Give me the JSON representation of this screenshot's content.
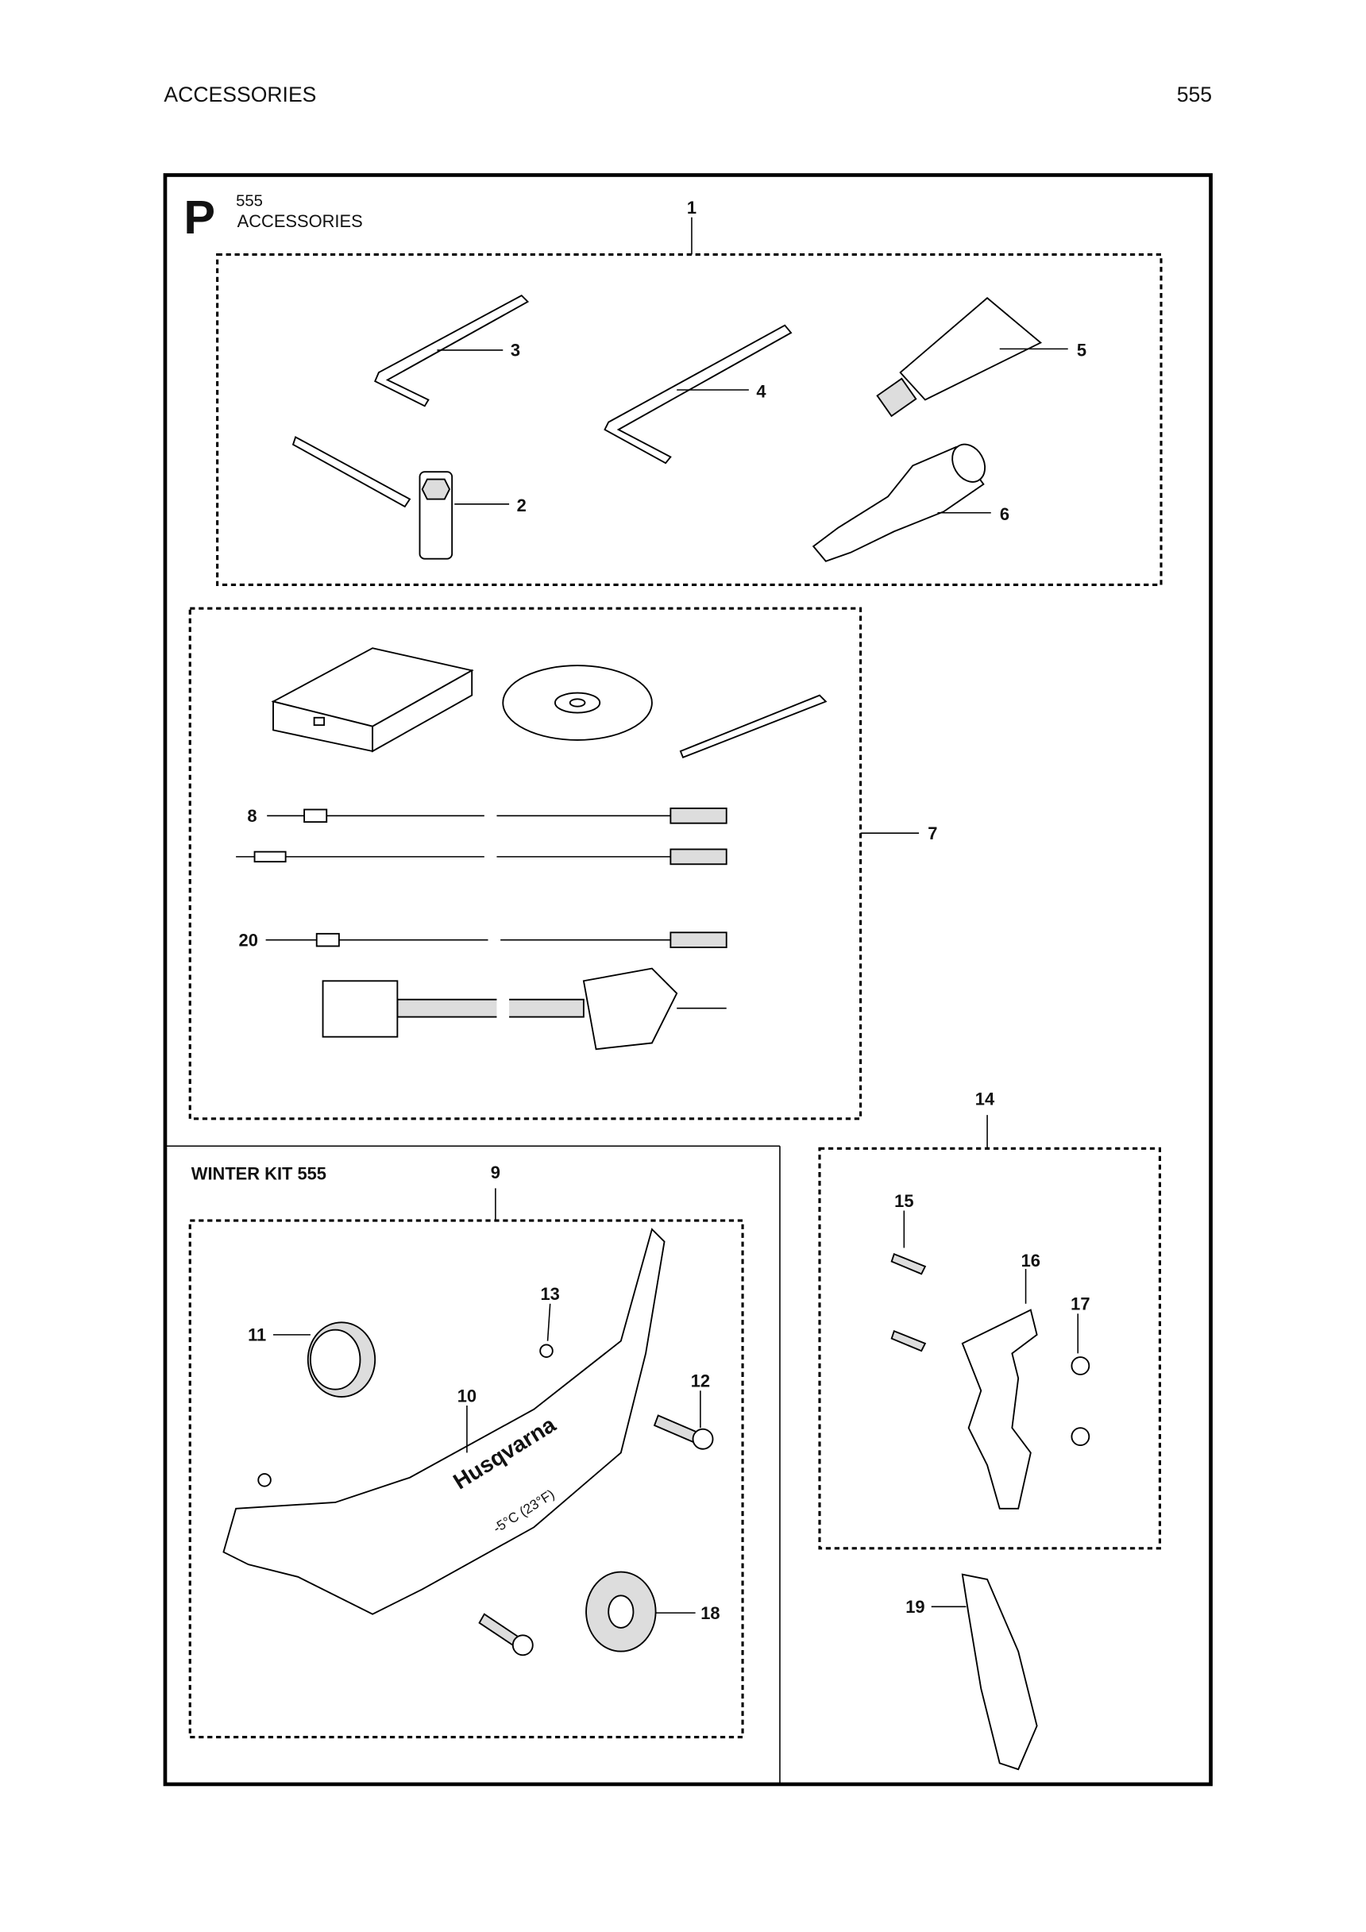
{
  "header": {
    "section": "ACCESSORIES",
    "page_number": "555"
  },
  "panel": {
    "letter": "P",
    "model": "555",
    "title": "ACCESSORIES"
  },
  "winter_kit": {
    "title": "WINTER KIT 555"
  },
  "logo_text": "Husqvarna",
  "temp_text": "-5°C (23°F)",
  "callouts": {
    "c1": "1",
    "c2": "2",
    "c3": "3",
    "c4": "4",
    "c5": "5",
    "c6": "6",
    "c7": "7",
    "c8": "8",
    "c9": "9",
    "c10": "10",
    "c11": "11",
    "c12": "12",
    "c13": "13",
    "c14": "14",
    "c15": "15",
    "c16": "16",
    "c17": "17",
    "c18": "18",
    "c19": "19",
    "c20": "20"
  }
}
